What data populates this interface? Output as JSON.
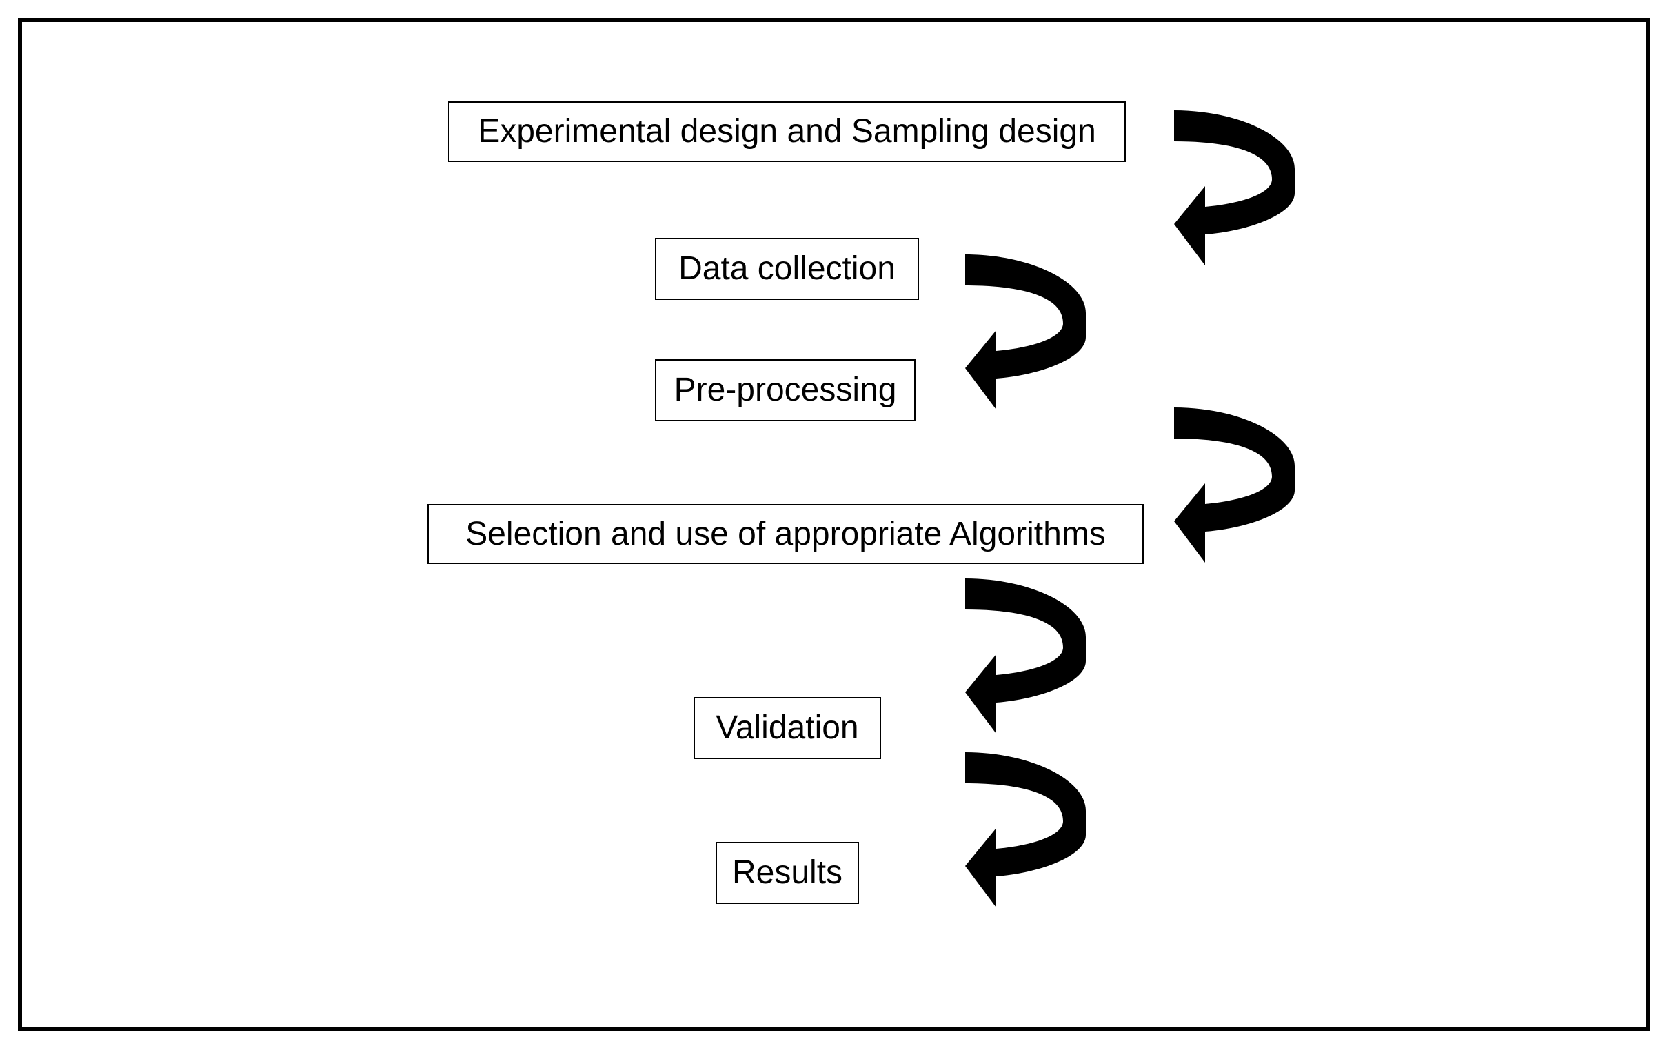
{
  "diagram": {
    "steps": [
      {
        "label": "Experimental design and Sampling design"
      },
      {
        "label": "Data collection"
      },
      {
        "label": "Pre-processing"
      },
      {
        "label": "Selection and use of appropriate Algorithms"
      },
      {
        "label": "Validation"
      },
      {
        "label": "Results"
      }
    ],
    "colors": {
      "border": "#000000",
      "arrow": "#000000",
      "background": "#ffffff"
    },
    "arrow_icon": "curved-down-arrow-icon"
  }
}
